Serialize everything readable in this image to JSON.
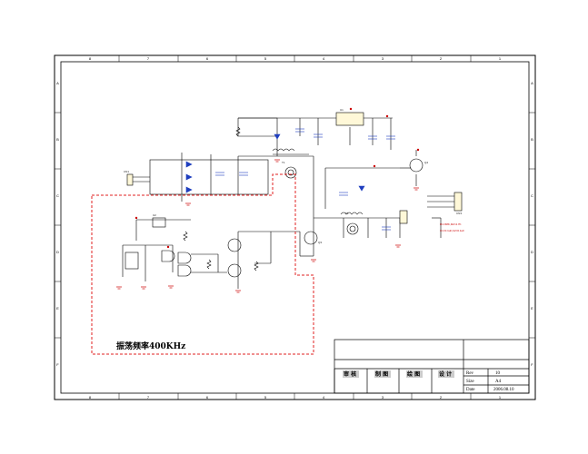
{
  "zone_labels": {
    "top": [
      "8",
      "7",
      "6",
      "5",
      "4",
      "3",
      "2",
      "1"
    ],
    "side": [
      "A",
      "B",
      "C",
      "D",
      "E",
      "F"
    ]
  },
  "annotation": {
    "frequency_note": "振荡频率400KHz"
  },
  "title_block": {
    "signoffs": [
      "审 核",
      "制 图",
      "绘 图",
      "设 计"
    ],
    "fields": [
      {
        "label": "Rev",
        "value": "10"
      },
      {
        "label": "Size",
        "value": "A4"
      },
      {
        "label": "Date",
        "value": "2006.08.10"
      }
    ]
  },
  "component_labels": {
    "input_connector": "CN1",
    "output_connector": "CN3",
    "regulator": "U1",
    "oscillator_chip": "U2",
    "transformer_1": "T1",
    "transformer_2": "T2",
    "power_transistor": "Q3",
    "output_transistor": "Q4",
    "red_note_1": "R1=68K,R2=4.7K",
    "red_note_2": "C1=0.1uF,C2=0.1uF"
  },
  "colors": {
    "ink": "#1a1a1a",
    "wire": "#000000",
    "component": "#1f3fbf",
    "ground": "#cc0000",
    "dashed_region": "#e02020"
  }
}
